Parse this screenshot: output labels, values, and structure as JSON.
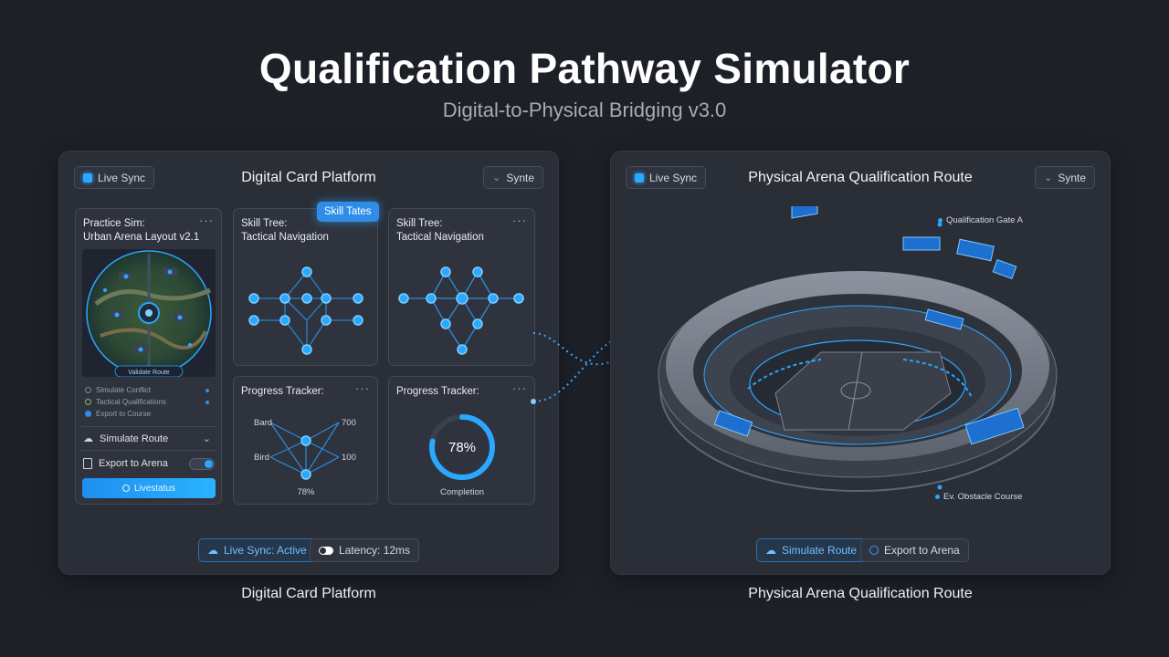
{
  "header": {
    "title": "Qualification Pathway Simulator",
    "subtitle": "Digital-to-Physical Bridging v3.0"
  },
  "left_panel": {
    "title": "Digital Card Platform",
    "left_pill": "Live Sync",
    "right_pill": "Synte",
    "caption": "Digital Card Platform",
    "practice_card": {
      "title": "Practice Sim:",
      "subtitle": "Urban Arena Layout v2.1",
      "map_label": "Validate Route",
      "list": [
        "Simulate Conflict",
        "Tactical Qualifications",
        "Export to Course"
      ],
      "simulate_label": "Simulate Route",
      "export_label": "Export to Arena",
      "export_toggle_on": true,
      "cta_label": "Livestatus"
    },
    "skill_badge": "Skill Tates",
    "skill_tree_1": {
      "title": "Skill Tree:",
      "subtitle": "Tactical Navigation"
    },
    "skill_tree_2": {
      "title": "Skill Tree:",
      "subtitle": "Tactical Navigation"
    },
    "progress_1": {
      "title": "Progress Tracker:",
      "label_top_left": "Bard",
      "label_top_right": "700",
      "label_mid_left": "Bird",
      "label_mid_right": "100",
      "percent_label": "78%"
    },
    "progress_2": {
      "title": "Progress Tracker:",
      "percent": 78,
      "percent_label": "78%",
      "sub_label": "Completion"
    },
    "footer": {
      "sync_label": "Live Sync: Active",
      "latency_label": "Latency: 12ms"
    }
  },
  "right_panel": {
    "title": "Physical Arena Qualification Route",
    "left_pill": "Live Sync",
    "right_pill": "Synte",
    "caption": "Physical Arena Qualification Route",
    "annotation_gate": "Qualification Gate A",
    "annotation_course": "Ev. Obstacle Course",
    "footer": {
      "simulate_label": "Simulate Route",
      "export_label": "Export to Arena"
    }
  },
  "colors": {
    "accent": "#2aa7ff",
    "panel": "#2a2e37",
    "background": "#1d2027"
  },
  "icons": [
    "square-sync-icon",
    "chevron-down-icon",
    "more-dots-icon",
    "cloud-icon",
    "export-icon",
    "play-icon",
    "circle-icon"
  ]
}
